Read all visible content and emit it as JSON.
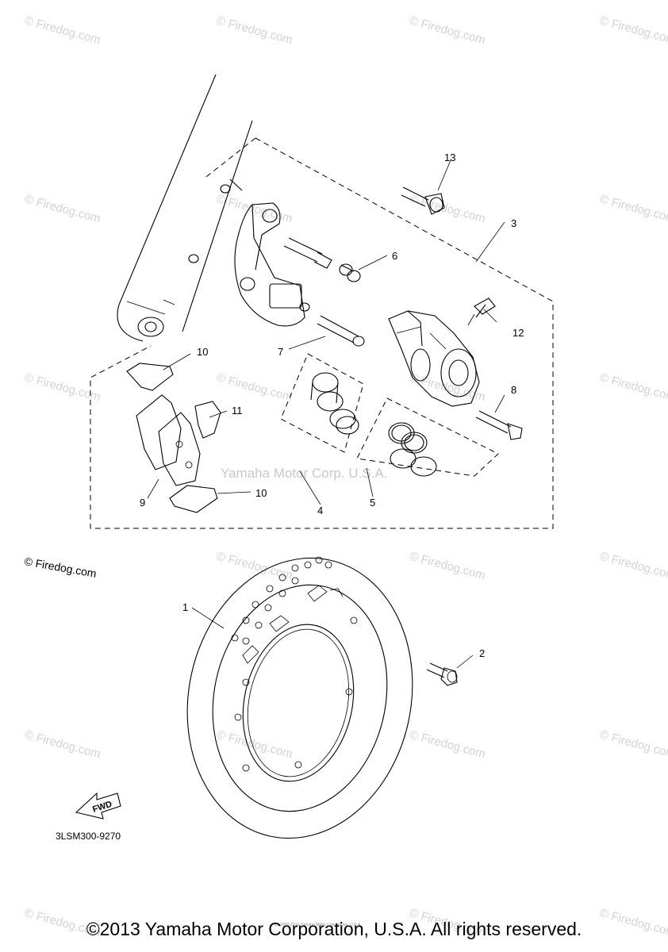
{
  "diagram": {
    "callouts": {
      "c1": "1",
      "c2": "2",
      "c3": "3",
      "c4": "4",
      "c5": "5",
      "c6": "6",
      "c7": "7",
      "c8": "8",
      "c9": "9",
      "c10a": "10",
      "c10b": "10",
      "c11": "11",
      "c12": "12",
      "c13": "13"
    },
    "diagram_code": "3LSM300-9270",
    "fwd_label": "FWD",
    "watermark_text": "© Firedog.com",
    "center_watermark": "Yamaha Motor Corp. U.S.A.",
    "logo_watermark": "© Firedog.com",
    "tiny_text": "(c) 2000-2016 Yamaha Motor Corporation, U.S.A."
  },
  "footer": {
    "copyright": "©2013 Yamaha Motor Corporation, U.S.A. All rights reserved."
  }
}
